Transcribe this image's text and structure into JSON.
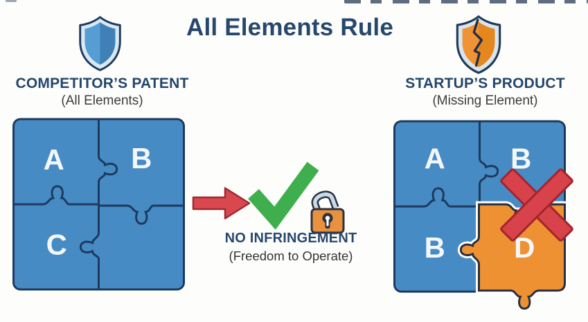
{
  "title": "All Elements Rule",
  "left": {
    "heading": "COMPETITOR’S PATENT",
    "subheading": "(All Elements)",
    "pieces": [
      "A",
      "B",
      "C"
    ]
  },
  "center": {
    "heading": "NO INFRINGEMENT",
    "subheading": "(Freedom to Operate)"
  },
  "right": {
    "heading": "STARTUP’S PRODUCT",
    "subheading": "(Missing Element)",
    "pieces": [
      "A",
      "B",
      "B",
      "D"
    ]
  },
  "icons": {
    "left_shield": "shield-icon",
    "right_shield": "cracked-shield-icon",
    "arrow": "arrow-right-icon",
    "check": "checkmark-icon",
    "lock": "open-padlock-icon",
    "cross": "x-mark-icon"
  },
  "colors": {
    "navy": "#27476c",
    "puzzle_blue": "#478bc4",
    "orange": "#ee9133",
    "green": "#3fae4c",
    "red": "#d8424b"
  }
}
